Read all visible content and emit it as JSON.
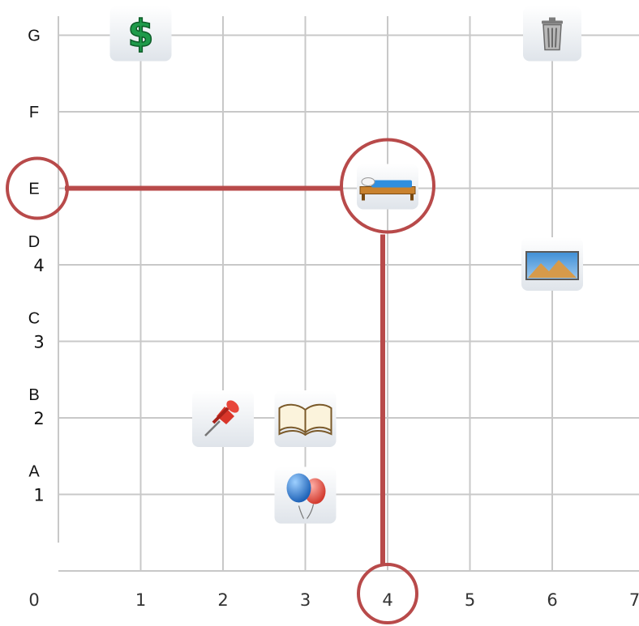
{
  "grid": {
    "x_ticks": [
      "0",
      "1",
      "2",
      "3",
      "4",
      "5",
      "6",
      "7"
    ],
    "y_number_labels": [
      {
        "row": 1,
        "text": "1"
      },
      {
        "row": 2,
        "text": "2"
      },
      {
        "row": 3,
        "text": "3"
      },
      {
        "row": 4,
        "text": "4"
      }
    ],
    "y_letter_labels": [
      {
        "row": 1,
        "text": "A"
      },
      {
        "row": 2,
        "text": "B"
      },
      {
        "row": 3,
        "text": "C"
      },
      {
        "row": 4,
        "text": "D"
      },
      {
        "row": 5,
        "text": "E"
      },
      {
        "row": 6,
        "text": "F"
      },
      {
        "row": 7,
        "text": "G"
      }
    ]
  },
  "icons": [
    {
      "name": "dollar-icon",
      "x": 1,
      "y": 7
    },
    {
      "name": "trash-icon",
      "x": 6,
      "y": 7
    },
    {
      "name": "bed-icon",
      "x": 4,
      "y": 5
    },
    {
      "name": "picture-icon",
      "x": 6,
      "y": 4
    },
    {
      "name": "pushpin-icon",
      "x": 2,
      "y": 2
    },
    {
      "name": "book-icon",
      "x": 3,
      "y": 2
    },
    {
      "name": "balloons-icon",
      "x": 3,
      "y": 1
    }
  ],
  "highlight": {
    "target_x": 4,
    "target_y": 5,
    "row_label": "E",
    "column_label": "4",
    "color": "#b84a4a"
  },
  "colors": {
    "grid_line": "#c8c8c8",
    "highlight": "#b84a4a"
  }
}
